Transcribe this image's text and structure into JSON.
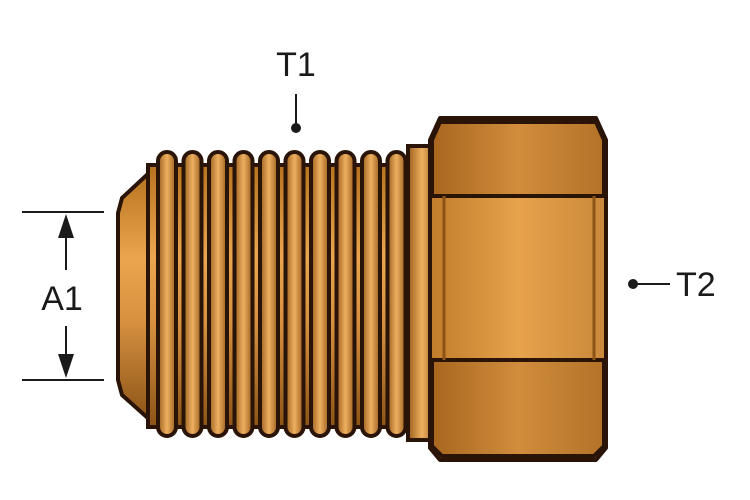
{
  "labels": {
    "t1": "T1",
    "t2": "T2",
    "a1": "A1"
  },
  "colors": {
    "brass_light": "#eaa54e",
    "brass_mid": "#cf8a36",
    "brass_dark": "#8c5417",
    "outline": "#2a1408",
    "annotation": "#1a1a1a"
  }
}
